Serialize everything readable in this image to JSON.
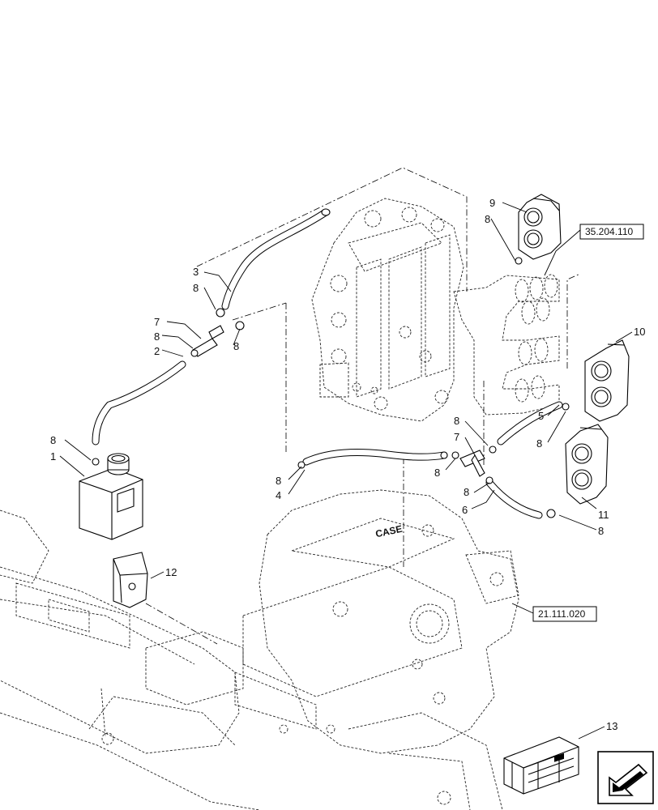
{
  "callouts": [
    "1",
    "2",
    "3",
    "4",
    "5",
    "6",
    "7",
    "8",
    "9",
    "10",
    "11",
    "12",
    "13"
  ],
  "references": {
    "valve_ref": "35.204.110",
    "housing_ref": "21.111.020"
  },
  "logo_text": "CASE",
  "icons": [
    "crate-icon",
    "direction-arrow-icon"
  ]
}
